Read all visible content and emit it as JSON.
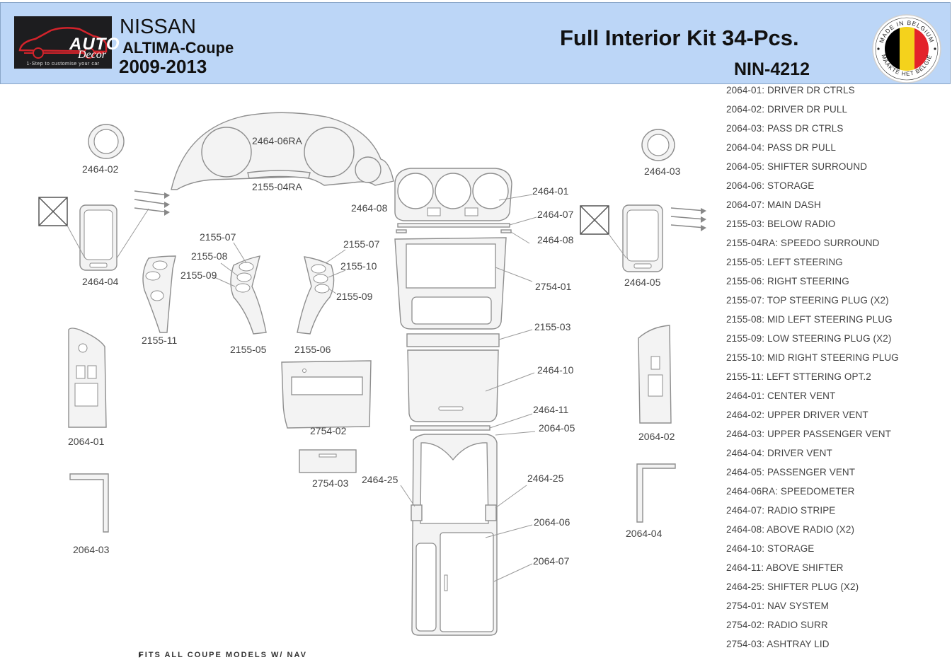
{
  "header": {
    "logo": {
      "word1": "AUTO",
      "word2": "Decor",
      "tagline": "1-Step to customise your car"
    },
    "make": "NISSAN",
    "model": "ALTIMA-Coupe",
    "years": "2009-2013",
    "title": "Full Interior Kit 34-Pcs.",
    "code": "NIN-4212",
    "badge": {
      "top_text": "MADE IN BELGIUM",
      "bottom_text": "MAAKTE HET BELGIË",
      "colors": [
        "#000000",
        "#f4d21c",
        "#e3222b"
      ]
    }
  },
  "labels": [
    {
      "id": "l-2464-06ra",
      "text": "2464-06RA"
    },
    {
      "id": "l-2155-04ra",
      "text": "2155-04RA"
    },
    {
      "id": "l-2464-02a",
      "text": "2464-02"
    },
    {
      "id": "l-2464-04",
      "text": "2464-04"
    },
    {
      "id": "l-2155-07a",
      "text": "2155-07"
    },
    {
      "id": "l-2155-08",
      "text": "2155-08"
    },
    {
      "id": "l-2155-09a",
      "text": "2155-09"
    },
    {
      "id": "l-2155-11",
      "text": "2155-11"
    },
    {
      "id": "l-2155-05",
      "text": "2155-05"
    },
    {
      "id": "l-2155-07b",
      "text": "2155-07"
    },
    {
      "id": "l-2155-10",
      "text": "2155-10"
    },
    {
      "id": "l-2155-09b",
      "text": "2155-09"
    },
    {
      "id": "l-2155-06",
      "text": "2155-06"
    },
    {
      "id": "l-2464-08",
      "text": "2464-08"
    },
    {
      "id": "l-2464-01",
      "text": "2464-01"
    },
    {
      "id": "l-2464-07",
      "text": "2464-07"
    },
    {
      "id": "l-2464-08b",
      "text": "2464-08"
    },
    {
      "id": "l-2754-01",
      "text": "2754-01"
    },
    {
      "id": "l-2155-03",
      "text": "2155-03"
    },
    {
      "id": "l-2464-10",
      "text": "2464-10"
    },
    {
      "id": "l-2464-11",
      "text": "2464-11"
    },
    {
      "id": "l-2064-05",
      "text": "2064-05"
    },
    {
      "id": "l-2464-25a",
      "text": "2464-25"
    },
    {
      "id": "l-2464-25b",
      "text": "2464-25"
    },
    {
      "id": "l-2064-06",
      "text": "2064-06"
    },
    {
      "id": "l-2064-07",
      "text": "2064-07"
    },
    {
      "id": "l-2754-02",
      "text": "2754-02"
    },
    {
      "id": "l-2754-03",
      "text": "2754-03"
    },
    {
      "id": "l-2064-01",
      "text": "2064-01"
    },
    {
      "id": "l-2064-03",
      "text": "2064-03"
    },
    {
      "id": "l-2464-03",
      "text": "2464-03"
    },
    {
      "id": "l-2464-05",
      "text": "2464-05"
    },
    {
      "id": "l-2064-02",
      "text": "2064-02"
    },
    {
      "id": "l-2064-04",
      "text": "2064-04"
    }
  ],
  "legend": [
    "2064-01: DRIVER DR CTRLS",
    "2064-02: DRIVER DR PULL",
    "2064-03: PASS DR CTRLS",
    "2064-04: PASS DR PULL",
    "2064-05: SHIFTER SURROUND",
    "2064-06: STORAGE",
    "2064-07: MAIN DASH",
    "2155-03: BELOW RADIO",
    "2155-04RA: SPEEDO SURROUND",
    "2155-05: LEFT STEERING",
    "2155-06: RIGHT STEERING",
    "2155-07: TOP STEERING PLUG (X2)",
    "2155-08: MID LEFT STEERING PLUG",
    "2155-09: LOW STEERING PLUG (X2)",
    "2155-10: MID RIGHT STEERING PLUG",
    "2155-11: LEFT STTERING OPT.2",
    "2464-01: CENTER VENT",
    "2464-02: UPPER DRIVER VENT",
    "2464-03: UPPER PASSENGER VENT",
    "2464-04: DRIVER VENT",
    "2464-05: PASSENGER VENT",
    "2464-06RA: SPEEDOMETER",
    "2464-07: RADIO STRIPE",
    "2464-08: ABOVE RADIO (X2)",
    "2464-10: STORAGE",
    "2464-11: ABOVE SHIFTER",
    "2464-25: SHIFTER PLUG (X2)",
    "2754-01: NAV SYSTEM",
    "2754-02: RADIO SURR",
    "2754-03: ASHTRAY  LID"
  ],
  "footnote": "FITS ALL COUPE MODELS  W/ NAV"
}
